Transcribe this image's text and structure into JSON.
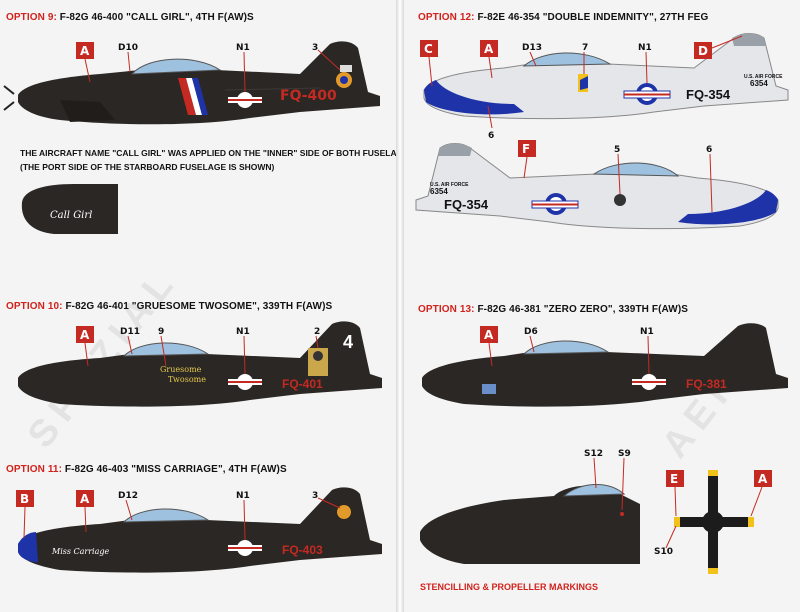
{
  "left_page": {
    "option9": {
      "number": "OPTION 9:",
      "title": "F-82G 46-400 \"CALL GIRL\", 4TH F(AW)S",
      "nose_code": "FQ-400",
      "callouts": [
        "A",
        "D10",
        "N1",
        "3"
      ]
    },
    "note": {
      "line1": "THE AIRCRAFT NAME \"CALL GIRL\" WAS APPLIED ON THE \"INNER\" SIDE OF BOTH FUSELAGES.",
      "line2": "(THE PORT SIDE OF THE STARBOARD FUSELAGE IS SHOWN)",
      "nose_art": "Call Girl"
    },
    "option10": {
      "number": "OPTION 10:",
      "title": "F-82G 46-401 \"GRUESOME TWOSOME\", 339TH F(AW)S",
      "nose_code": "FQ-401",
      "tail_number": "4",
      "nose_art_line1": "Gruesome",
      "nose_art_line2": "Twosome",
      "callouts": [
        "A",
        "D11",
        "9",
        "N1",
        "2"
      ]
    },
    "option11": {
      "number": "OPTION 11:",
      "title": "F-82G 46-403 \"MISS CARRIAGE\", 4TH F(AW)S",
      "nose_code": "FQ-403",
      "nose_art": "Miss Carriage",
      "callouts": [
        "B",
        "A",
        "D12",
        "N1",
        "3"
      ]
    }
  },
  "right_page": {
    "option12": {
      "number": "OPTION 12:",
      "title": "F-82E 46-354 \"DOUBLE INDEMNITY\", 27TH FEG",
      "nose_code": "FQ-354",
      "serial": "6354",
      "usaf": "U.S. AIR FORCE",
      "callouts_top": [
        "C",
        "A",
        "D13",
        "7",
        "N1",
        "D",
        "6"
      ],
      "callouts_bottom": [
        "F",
        "5",
        "6"
      ]
    },
    "option13": {
      "number": "OPTION 13:",
      "title": "F-82G 46-381 \"ZERO ZERO\", 339TH F(AW)S",
      "nose_code": "FQ-381",
      "callouts": [
        "A",
        "D6",
        "N1"
      ]
    },
    "stencils": {
      "title": "STENCILLING & PROPELLER MARKINGS",
      "callouts": [
        "S12",
        "S9",
        "E",
        "A",
        "S10"
      ]
    }
  },
  "colors": {
    "accent": "#d2221c",
    "aircraft_dark": "#2b2724",
    "aircraft_silver": "#e4e6ea",
    "nose_blue": "#1f33a8",
    "box_red": "#c42a22"
  }
}
